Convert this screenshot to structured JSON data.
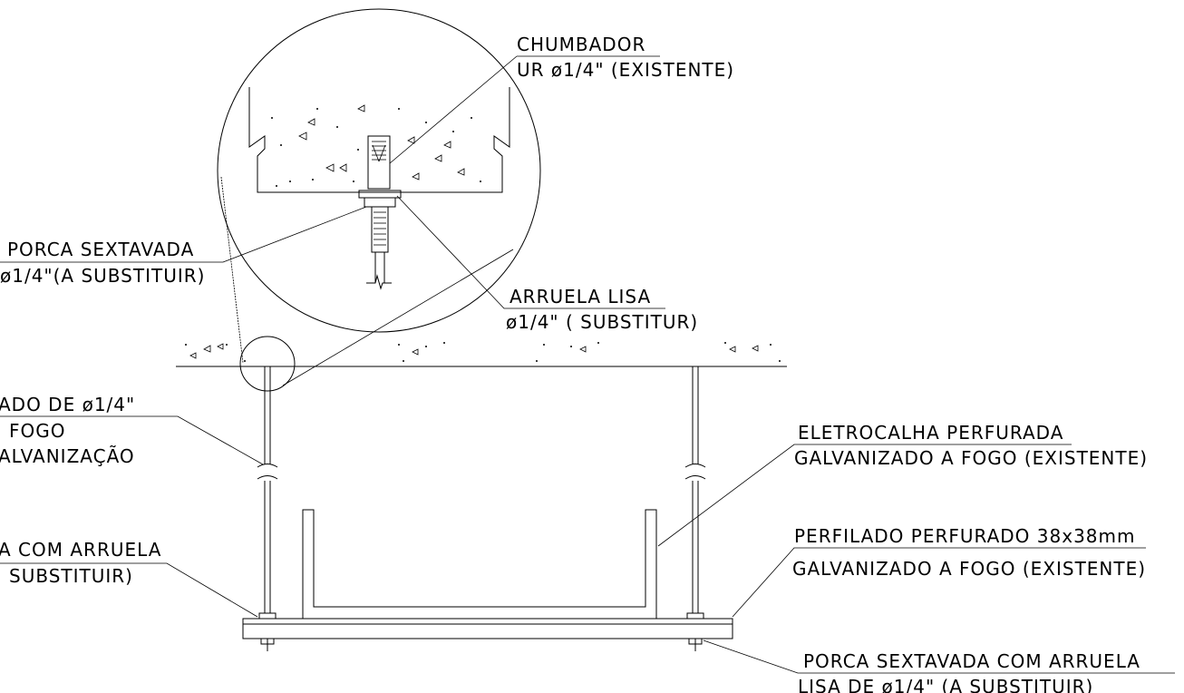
{
  "labels": {
    "chumbador_1": "CHUMBADOR",
    "chumbador_2": "UR ø1/4\" (EXISTENTE)",
    "porca_top_1": "PORCA SEXTAVADA",
    "porca_top_2": "ø1/4\"(A SUBSTITUIR)",
    "arruela_1": "ARRUELA LISA",
    "arruela_2": "ø1/4\" ( SUBSTITUR)",
    "vergalhao_1": "ADO DE ø1/4\"",
    "vergalhao_2": "FOGO",
    "vergalhao_3": "ALVANIZAÇÃO",
    "eletrocalha_1": "ELETROCALHA PERFURADA",
    "eletrocalha_2": "GALVANIZADO A FOGO (EXISTENTE)",
    "porca_left_1": "A COM ARRUELA",
    "porca_left_2": "SUBSTITUIR)",
    "perfilado_1": "PERFILADO PERFURADO 38x38mm",
    "perfilado_2": "GALVANIZADO A FOGO (EXISTENTE)",
    "porca_bottom_1": "PORCA SEXTAVADA COM ARRUELA",
    "porca_bottom_2": "LISA DE  ø1/4\" (A SUBSTITUIR)"
  }
}
